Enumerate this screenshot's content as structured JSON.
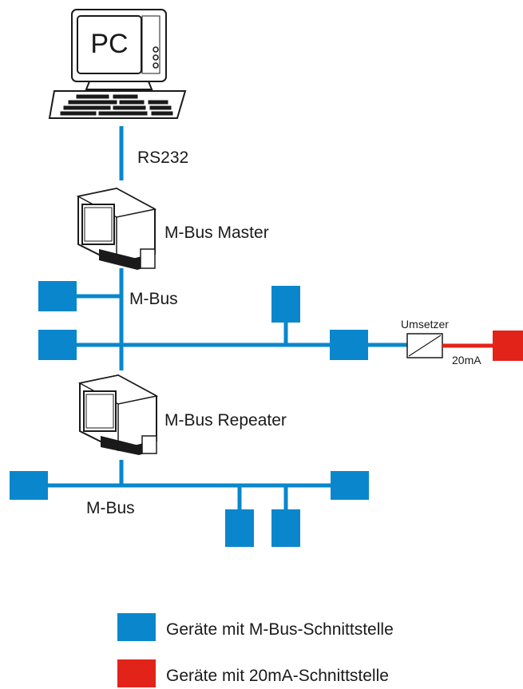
{
  "colors": {
    "mbus": "#0a87cc",
    "loop20ma": "#e2231a",
    "outline": "#1a1a1a"
  },
  "pc": {
    "screen_text": "PC",
    "icon": "computer-icon"
  },
  "labels": {
    "rs232": "RS232",
    "master": "M-Bus Master",
    "mbus_upper": "M-Bus",
    "converter": "Umsetzer",
    "current_loop": "20mA",
    "repeater": "M-Bus Repeater",
    "mbus_lower": "M-Bus"
  },
  "legend": [
    {
      "color": "#0a87cc",
      "text": "Geräte mit M-Bus-Schnittstelle"
    },
    {
      "color": "#e2231a",
      "text": "Geräte mit 20mA-Schnittstelle"
    }
  ]
}
